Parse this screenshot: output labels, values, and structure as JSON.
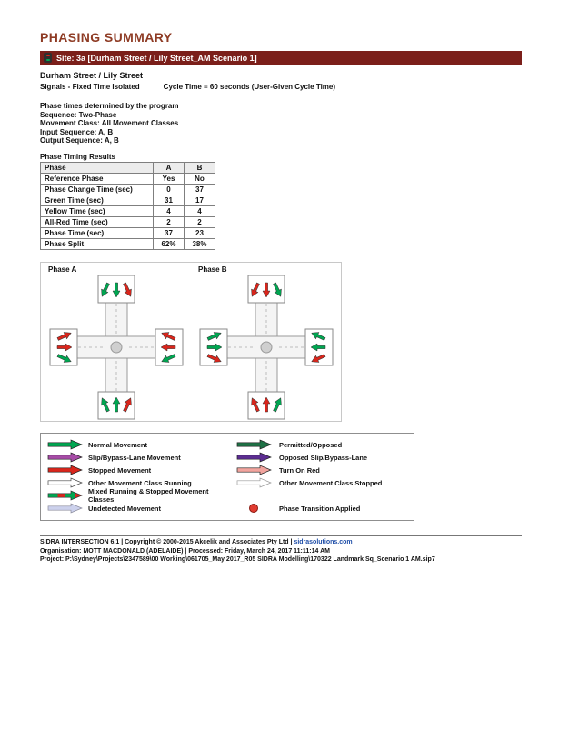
{
  "page": {
    "title": "PHASING SUMMARY"
  },
  "colors": {
    "heading": "#8e3b24",
    "site_bar_bg": "#7b1f1a",
    "site_bar_text": "#ffffff",
    "running": "#00a651",
    "stopped": "#d9261c",
    "signal_red": "#d9261c",
    "signal_amber": "#e8a000",
    "signal_green": "#00a651"
  },
  "site": {
    "label": "Site: 3a [Durham Street / Lily Street_AM Scenario 1]"
  },
  "intersection": {
    "name": "Durham Street / Lily Street",
    "control": "Signals - Fixed Time Isolated",
    "cycle": "Cycle Time = 60 seconds (User-Given Cycle Time)"
  },
  "phase_info": {
    "lines": [
      "Phase times determined by the program",
      "Sequence: Two-Phase",
      "Movement Class: All Movement Classes",
      "Input Sequence: A, B",
      "Output Sequence: A, B"
    ]
  },
  "timing": {
    "title": "Phase Timing Results",
    "columns": [
      "Phase",
      "A",
      "B"
    ],
    "rows": [
      {
        "label": "Reference Phase",
        "a": "Yes",
        "b": "No"
      },
      {
        "label": "Phase Change Time (sec)",
        "a": "0",
        "b": "37"
      },
      {
        "label": "Green Time (sec)",
        "a": "31",
        "b": "17"
      },
      {
        "label": "Yellow Time (sec)",
        "a": "4",
        "b": "4"
      },
      {
        "label": "All-Red Time (sec)",
        "a": "2",
        "b": "2"
      },
      {
        "label": "Phase Time (sec)",
        "a": "37",
        "b": "23"
      },
      {
        "label": "Phase Split",
        "a": "62%",
        "b": "38%"
      }
    ]
  },
  "diagrams": [
    {
      "label": "Phase A",
      "approaches": {
        "north": [
          "running",
          "running",
          "stopped"
        ],
        "south": [
          "running",
          "running",
          "stopped"
        ],
        "east": [
          "stopped",
          "stopped",
          "running"
        ],
        "west": [
          "stopped",
          "stopped",
          "running"
        ]
      }
    },
    {
      "label": "Phase B",
      "approaches": {
        "north": [
          "stopped",
          "stopped",
          "running"
        ],
        "south": [
          "stopped",
          "stopped",
          "running"
        ],
        "east": [
          "running",
          "running",
          "stopped"
        ],
        "west": [
          "running",
          "running",
          "stopped"
        ]
      }
    }
  ],
  "legend": {
    "left": [
      {
        "label": "Normal Movement",
        "swatch": "arrow",
        "fill": "#00a651",
        "stroke": "#222222"
      },
      {
        "label": "Slip/Bypass-Lane Movement",
        "swatch": "arrow",
        "fill": "#a64ca6",
        "stroke": "#222222"
      },
      {
        "label": "Stopped Movement",
        "swatch": "arrow",
        "fill": "#d9261c",
        "stroke": "#222222"
      },
      {
        "label": "Other Movement Class Running",
        "swatch": "arrow",
        "fill": "#ffffff",
        "stroke": "#444444"
      },
      {
        "label": "Mixed Running & Stopped Movement Classes",
        "swatch": "mixed",
        "fill": "",
        "stroke": "#222222"
      },
      {
        "label": "Undetected Movement",
        "swatch": "arrow",
        "fill": "#ccd1ec",
        "stroke": "#8a8a9a"
      }
    ],
    "right": [
      {
        "label": "Permitted/Opposed",
        "swatch": "arrow",
        "fill": "#1e7145",
        "stroke": "#222222"
      },
      {
        "label": "Opposed Slip/Bypass-Lane",
        "swatch": "arrow",
        "fill": "#5c2d91",
        "stroke": "#222222"
      },
      {
        "label": "Turn On Red",
        "swatch": "arrow",
        "fill": "#f2a49e",
        "stroke": "#222222"
      },
      {
        "label": "Other Movement Class Stopped",
        "swatch": "arrow",
        "fill": "#ffffff",
        "stroke": "#999999"
      },
      {
        "label": "",
        "swatch": "none",
        "fill": "",
        "stroke": ""
      },
      {
        "label": "Phase Transition Applied",
        "swatch": "dot",
        "fill": "#e03c31",
        "stroke": "#8b1a12"
      }
    ]
  },
  "footer": {
    "line1_pre": "SIDRA INTERSECTION 6.1 | Copyright © 2000-2015 Akcelik and Associates Pty Ltd | ",
    "line1_link": "sidrasolutions.com",
    "line2": "Organisation: MOTT MACDONALD (ADELAIDE) | Processed: Friday, March 24, 2017 11:11:14 AM",
    "line3": "Project: P:\\Sydney\\Projects\\2347589\\00 Working\\061705_May 2017_R05 SIDRA Modelling\\170322 Landmark Sq_Scenario 1 AM.sip7"
  }
}
